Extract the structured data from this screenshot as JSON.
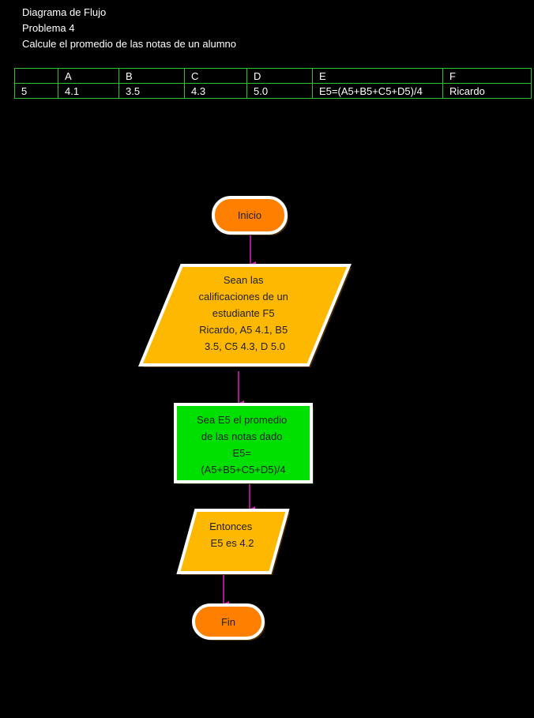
{
  "header": {
    "line1": "Diagrama de Flujo",
    "line2": "Problema 4",
    "line3": "Calcule el promedio de las notas de un alumno"
  },
  "table": {
    "headers": [
      "",
      "A",
      "B",
      "C",
      "D",
      "E",
      "F"
    ],
    "row": [
      "5",
      "4.1",
      "3.5",
      "4.3",
      "5.0",
      "E5=(A5+B5+C5+D5)/4",
      "Ricardo"
    ]
  },
  "flow": {
    "start": "Inicio",
    "input_lines": [
      "Sean las",
      "calificaciones de un",
      "estudiante F5",
      "Ricardo, A5 4.1, B5",
      "3.5, C5 4.3, D 5.0"
    ],
    "process_lines": [
      "Sea E5 el promedio",
      "de las notas dado",
      "E5=",
      "(A5+B5+C5+D5)/4"
    ],
    "output_lines": [
      "Entonces",
      "E5 es 4.2"
    ],
    "end": "Fin"
  },
  "colors": {
    "terminal": "#ff7f00",
    "io": "#ffb800",
    "process": "#00e000",
    "arrow": "#e020c0",
    "grid": "#2fc02f"
  }
}
